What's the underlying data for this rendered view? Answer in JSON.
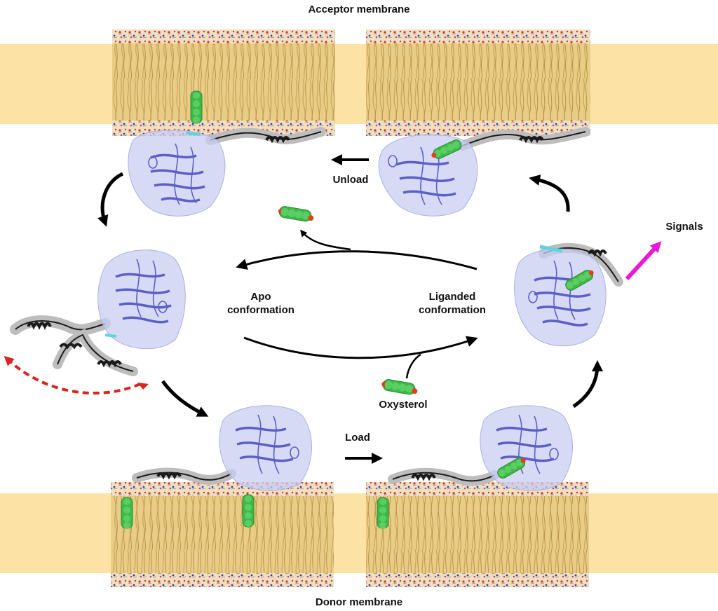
{
  "labels": {
    "acceptor": "Acceptor membrane",
    "donor": "Donor membrane",
    "unload": "Unload",
    "load": "Load",
    "signals": "Signals",
    "apo_line1": "Apo",
    "apo_line2": "conformation",
    "liganded_line1": "Liganded",
    "liganded_line2": "conformation",
    "oxysterol": "Oxysterol"
  },
  "colors": {
    "membrane_band": "#fde2a6",
    "lipid_tails": "#d6b56a",
    "head_red": "#d83030",
    "head_blue": "#3a3aa8",
    "protein": "#5b5fc7",
    "protein_surface": "#c9cdf1",
    "helix_tail": "#1a1a1a",
    "tail_shadow": "#bdbdbd",
    "sterol": "#3fb84a",
    "sterol_oxygen": "#e04020",
    "cyan_helix": "#62d3e3",
    "signal_arrow": "#e81ad6",
    "dashed_arrow": "#d7261e",
    "arrow": "#000000"
  }
}
